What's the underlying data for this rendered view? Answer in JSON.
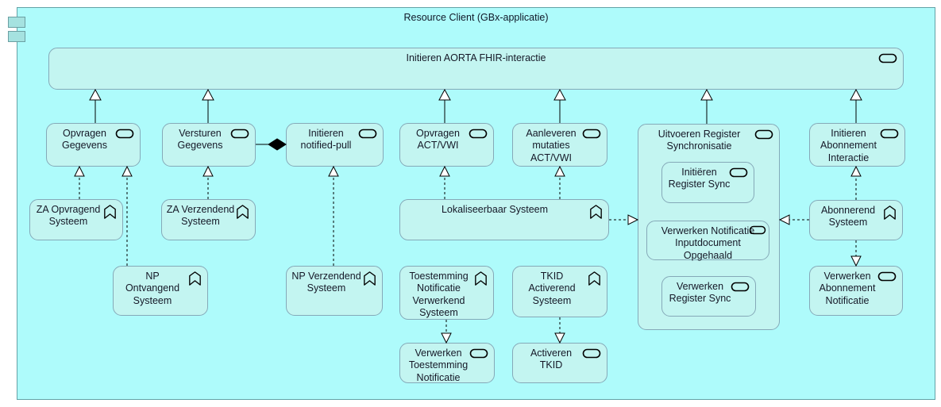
{
  "diagram": {
    "title": "Resource Client (GBx-applicatie)",
    "type": "archimate-application-diagram",
    "colors": {
      "container_fill": "#aefbfb",
      "element_fill": "#c3f5f1",
      "element_border": "#85a9b8",
      "outer_border": "#63a2a6",
      "relation_line": "#000000",
      "text": "#151827"
    }
  },
  "nodes": {
    "outer": {
      "label": "Resource Client (GBx-applicatie)",
      "type": "application-component"
    },
    "aorta": {
      "label": "Initieren AORTA FHIR-interactie",
      "type": "application-service"
    },
    "opvragen_gegevens": {
      "label": "Opvragen\nGegevens",
      "type": "application-service"
    },
    "versturen_gegevens": {
      "label": "Versturen\nGegevens",
      "type": "application-service"
    },
    "initieren_notified_pull": {
      "label": "Initieren\nnotified-pull",
      "type": "application-service"
    },
    "opvragen_act_vwi": {
      "label": "Opvragen\nACT/VWI",
      "type": "application-service"
    },
    "aanleveren_mutaties": {
      "label": "Aanleveren\nmutaties\nACT/VWI",
      "type": "application-service"
    },
    "uitvoeren_register_sync": {
      "label": "Uitvoeren Register\nSynchronisatie",
      "type": "application-service"
    },
    "initieren_abonnement": {
      "label": "Initieren\nAbonnement\nInteractie",
      "type": "application-service"
    },
    "initieren_register_sync": {
      "label": "Initiëren\nRegister Sync",
      "type": "application-service"
    },
    "verwerken_notificatie_input": {
      "label": "Verwerken Notificatie\nInputdocument\nOpgehaald",
      "type": "application-service"
    },
    "verwerken_register_sync": {
      "label": "Verwerken\nRegister Sync",
      "type": "application-service"
    },
    "za_opvragend": {
      "label": "ZA Opvragend\nSysteem",
      "type": "application-function"
    },
    "za_verzendend": {
      "label": "ZA Verzendend\nSysteem",
      "type": "application-function"
    },
    "lokaliseerbaar": {
      "label": "Lokaliseerbaar Systeem",
      "type": "application-function"
    },
    "abonnerend": {
      "label": "Abonnerend\nSysteem",
      "type": "application-function"
    },
    "np_ontvangend": {
      "label": "NP\nOntvangend\nSysteem",
      "type": "application-function"
    },
    "np_verzendend": {
      "label": "NP Verzendend\nSysteem",
      "type": "application-function"
    },
    "toestemming_verwerkend": {
      "label": "Toestemming\nNotificatie\nVerwerkend\nSysteem",
      "type": "application-function"
    },
    "tkid_activerend": {
      "label": "TKID\nActiverend\nSysteem",
      "type": "application-function"
    },
    "verwerken_abonnement": {
      "label": "Verwerken\nAbonnement\nNotificatie",
      "type": "application-service"
    },
    "verwerken_toestemming": {
      "label": "Verwerken\nToestemming\nNotificatie",
      "type": "application-service"
    },
    "activeren_tkid": {
      "label": "Activeren\nTKID",
      "type": "application-service"
    }
  },
  "relations": [
    {
      "from": "opvragen_gegevens",
      "to": "aorta",
      "type": "specialization"
    },
    {
      "from": "versturen_gegevens",
      "to": "aorta",
      "type": "specialization"
    },
    {
      "from": "opvragen_act_vwi",
      "to": "aorta",
      "type": "specialization"
    },
    {
      "from": "aanleveren_mutaties",
      "to": "aorta",
      "type": "specialization"
    },
    {
      "from": "uitvoeren_register_sync",
      "to": "aorta",
      "type": "specialization"
    },
    {
      "from": "initieren_abonnement",
      "to": "aorta",
      "type": "specialization"
    },
    {
      "from": "versturen_gegevens",
      "to": "initieren_notified_pull",
      "type": "composition"
    },
    {
      "from": "za_opvragend",
      "to": "opvragen_gegevens",
      "type": "realization"
    },
    {
      "from": "np_ontvangend",
      "to": "opvragen_gegevens",
      "type": "realization"
    },
    {
      "from": "za_verzendend",
      "to": "versturen_gegevens",
      "type": "realization"
    },
    {
      "from": "np_verzendend",
      "to": "initieren_notified_pull",
      "type": "realization"
    },
    {
      "from": "lokaliseerbaar",
      "to": "opvragen_act_vwi",
      "type": "realization"
    },
    {
      "from": "lokaliseerbaar",
      "to": "aanleveren_mutaties",
      "type": "realization"
    },
    {
      "from": "lokaliseerbaar",
      "to": "uitvoeren_register_sync",
      "type": "realization"
    },
    {
      "from": "abonnerend",
      "to": "uitvoeren_register_sync",
      "type": "realization"
    },
    {
      "from": "abonnerend",
      "to": "initieren_abonnement",
      "type": "realization"
    },
    {
      "from": "toestemming_verwerkend",
      "to": "verwerken_toestemming",
      "type": "realization"
    },
    {
      "from": "tkid_activerend",
      "to": "activeren_tkid",
      "type": "realization"
    },
    {
      "from": "abonnerend",
      "to": "verwerken_abonnement",
      "type": "realization"
    }
  ]
}
